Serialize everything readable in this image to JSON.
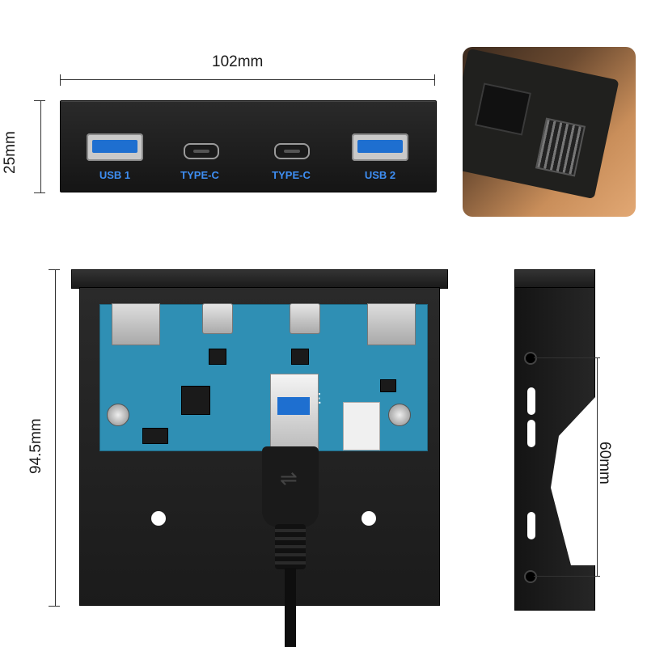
{
  "dimensions": {
    "front_width": "102mm",
    "front_height": "25mm",
    "bracket_height": "94.5mm",
    "hole_spacing": "60mm"
  },
  "front_panel": {
    "ports": [
      {
        "type": "usb-a",
        "label": "USB 1"
      },
      {
        "type": "usb-c",
        "label": "TYPE-C"
      },
      {
        "type": "usb-c",
        "label": "TYPE-C"
      },
      {
        "type": "usb-a",
        "label": "USB 2"
      }
    ]
  },
  "colors": {
    "port_label": "#3e8ef2",
    "usb_blue": "#1e6fd0",
    "pcb": "#2f8fb4",
    "metal": "#1b1b1b"
  }
}
